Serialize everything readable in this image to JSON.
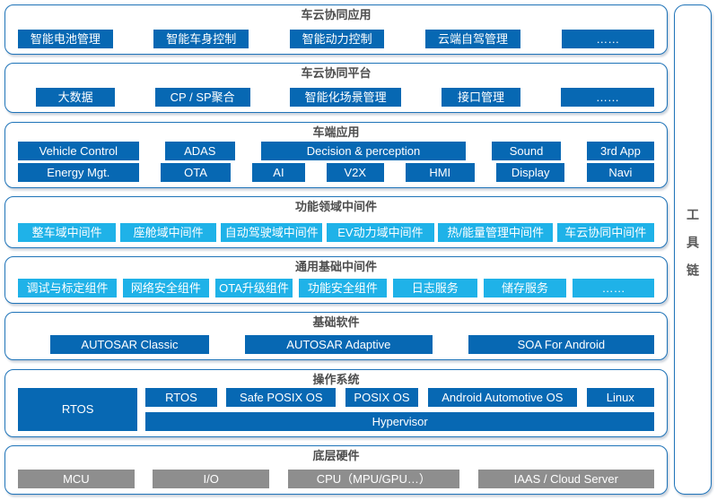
{
  "colors": {
    "box_blue": "#0768B3",
    "box_cyan": "#1FB2E8",
    "box_gray": "#8E8E8E",
    "border_blue": "#1E73B8",
    "title_gray": "#4D4D4D"
  },
  "toolchain": {
    "label": "工具链"
  },
  "sections": [
    {
      "title": "车云协同应用",
      "items": [
        "智能电池管理",
        "智能车身控制",
        "智能动力控制",
        "云端自驾管理",
        "……"
      ]
    },
    {
      "title": "车云协同平台",
      "items": [
        "大数据",
        "CP / SP聚合",
        "智能化场景管理",
        "接口管理",
        "……"
      ]
    },
    {
      "title": "车端应用",
      "rows": [
        [
          "Vehicle Control",
          "ADAS",
          "Decision & perception",
          "Sound",
          "3rd App"
        ],
        [
          "Energy Mgt.",
          "OTA",
          "AI",
          "V2X",
          "HMI",
          "Display",
          "Navi"
        ]
      ]
    },
    {
      "title": "功能领域中间件",
      "items": [
        "整车域中间件",
        "座舱域中间件",
        "自动驾驶域中间件",
        "EV动力域中间件",
        "热/能量管理中间件",
        "车云协同中间件"
      ]
    },
    {
      "title": "通用基础中间件",
      "items": [
        "调试与标定组件",
        "网络安全组件",
        "OTA升级组件",
        "功能安全组件",
        "日志服务",
        "储存服务",
        "……"
      ]
    },
    {
      "title": "基础软件",
      "items": [
        "AUTOSAR Classic",
        "AUTOSAR Adaptive",
        "SOA For Android"
      ]
    },
    {
      "title": "操作系统",
      "rtos_main": "RTOS",
      "os_row": [
        "RTOS",
        "Safe POSIX OS",
        "POSIX OS",
        "Android Automotive OS",
        "Linux"
      ],
      "hypervisor": "Hypervisor"
    },
    {
      "title": "底层硬件",
      "items": [
        "MCU",
        "I/O",
        "CPU（MPU/GPU…）",
        "IAAS / Cloud Server"
      ]
    }
  ]
}
